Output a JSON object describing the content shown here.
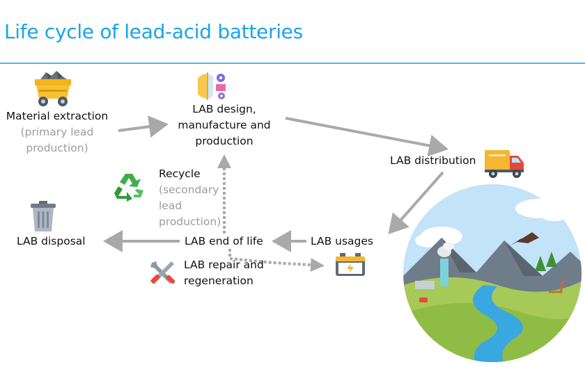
{
  "title": "Life cycle of lead-acid batteries",
  "nodes": {
    "extraction": {
      "label": "Material extraction",
      "sub1": "(primary lead",
      "sub2": "production)"
    },
    "design": {
      "line1": "LAB design,",
      "line2": "manufacture and",
      "line3": "production"
    },
    "distribution": {
      "label": "LAB distribution"
    },
    "recycle": {
      "label": "Recycle",
      "sub1": "(secondary",
      "sub2": "lead",
      "sub3": "production)"
    },
    "disposal": {
      "label": "LAB disposal"
    },
    "end_of_life": {
      "label": "LAB end of life"
    },
    "usages": {
      "label": "LAB usages"
    },
    "repair": {
      "line1": "LAB repair and",
      "line2": "regeneration"
    }
  },
  "icons": {
    "extraction": "mine-cart-icon",
    "design": "design-gears-icon",
    "distribution": "delivery-truck-icon",
    "recycle": "recycle-icon",
    "disposal": "trash-can-icon",
    "repair": "tools-icon",
    "usages": "battery-icon",
    "landscape": "landscape-globe-icon"
  },
  "colors": {
    "title": "#1aa3e8",
    "rule": "#47b7ef",
    "arrow": "#a9a9a9",
    "sub_text": "#9c9c9c",
    "recycle": "#3fae49"
  }
}
